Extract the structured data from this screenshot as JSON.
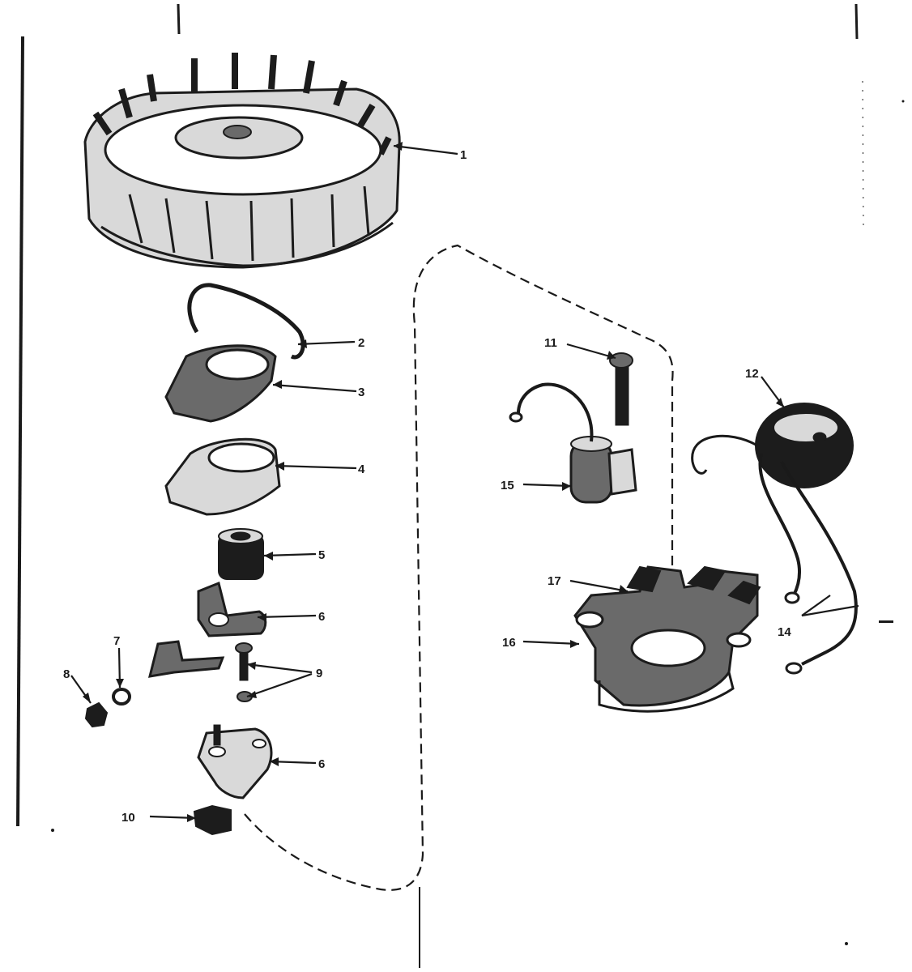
{
  "callouts": [
    {
      "id": "1",
      "part": "flywheel"
    },
    {
      "id": "2",
      "part": "spring-clip"
    },
    {
      "id": "3",
      "part": "cover-plate"
    },
    {
      "id": "4",
      "part": "gasket"
    },
    {
      "id": "5",
      "part": "bushing"
    },
    {
      "id": "6",
      "part": "breaker-arm"
    },
    {
      "id": "7",
      "part": "washer"
    },
    {
      "id": "8",
      "part": "nut"
    },
    {
      "id": "9",
      "part": "screw-pair"
    },
    {
      "id": "6",
      "part": "breaker-plate"
    },
    {
      "id": "10",
      "part": "cam-wiper"
    },
    {
      "id": "11",
      "part": "screw"
    },
    {
      "id": "12",
      "part": "ignition-coil"
    },
    {
      "id": "15",
      "part": "condenser"
    },
    {
      "id": "17",
      "part": "bracket"
    },
    {
      "id": "16",
      "part": "stator-plate"
    },
    {
      "id": "14",
      "part": "ground-leads"
    }
  ],
  "colors": {
    "ink": "#1a1a1a",
    "paper": "#ffffff"
  }
}
